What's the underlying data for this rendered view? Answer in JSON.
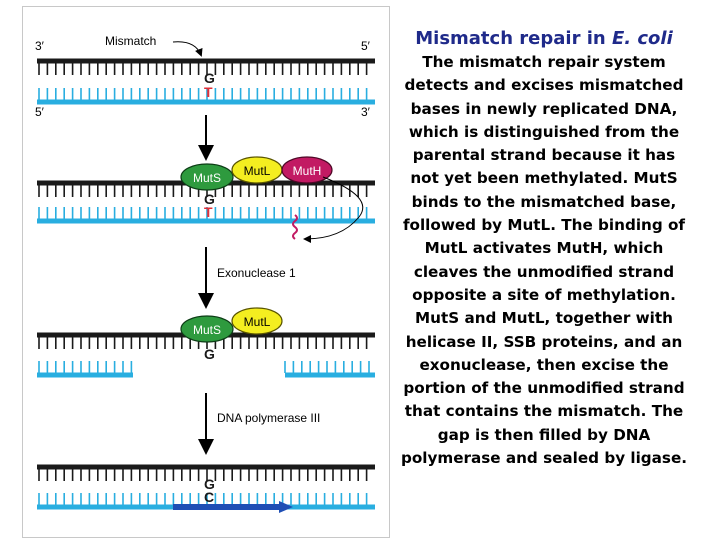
{
  "diagram": {
    "strand_end_labels": {
      "top_left": "3′",
      "top_right": "5′",
      "bottom_left": "5′",
      "bottom_right": "3′"
    },
    "mismatch_label": "Mismatch",
    "stages": [
      {
        "top_base": "G",
        "bottom_base": "T",
        "proteins": []
      },
      {
        "top_base": "G",
        "bottom_base": "T",
        "proteins": [
          "MutS",
          "MutL",
          "MutH"
        ]
      },
      {
        "top_base": "G",
        "bottom_base": "",
        "proteins": [
          "MutS",
          "MutL"
        ]
      },
      {
        "top_base": "G",
        "bottom_base": "C",
        "proteins": []
      }
    ],
    "steps": [
      "Exonuclease 1",
      "DNA polymerase III"
    ],
    "colors": {
      "parental_strand": "#1a1a1a",
      "new_strand": "#29aee0",
      "synthesized_strand": "#1f4fb5",
      "mismatch_base": "#e0303a",
      "muts": "#2e9a3e",
      "mutl": "#f4ee20",
      "muth": "#c21a63"
    }
  },
  "text_panel": {
    "title_prefix": "Mismatch repair in ",
    "title_organism": "E. coli",
    "body": "The mismatch repair system detects and excises mismatched bases in newly replicated DNA, which is distinguished from the parental strand because it has not yet been methylated. MutS binds to the mismatched base, followed by MutL. The binding of MutL activates MutH, which cleaves the unmodified strand opposite a site of methylation. MutS and MutL, together with helicase II, SSB proteins, and an exonuclease, then excise the portion of the unmodified strand that contains the mismatch. The gap is then filled by DNA polymerase and sealed by ligase.",
    "title_color": "#1f2a8a"
  }
}
